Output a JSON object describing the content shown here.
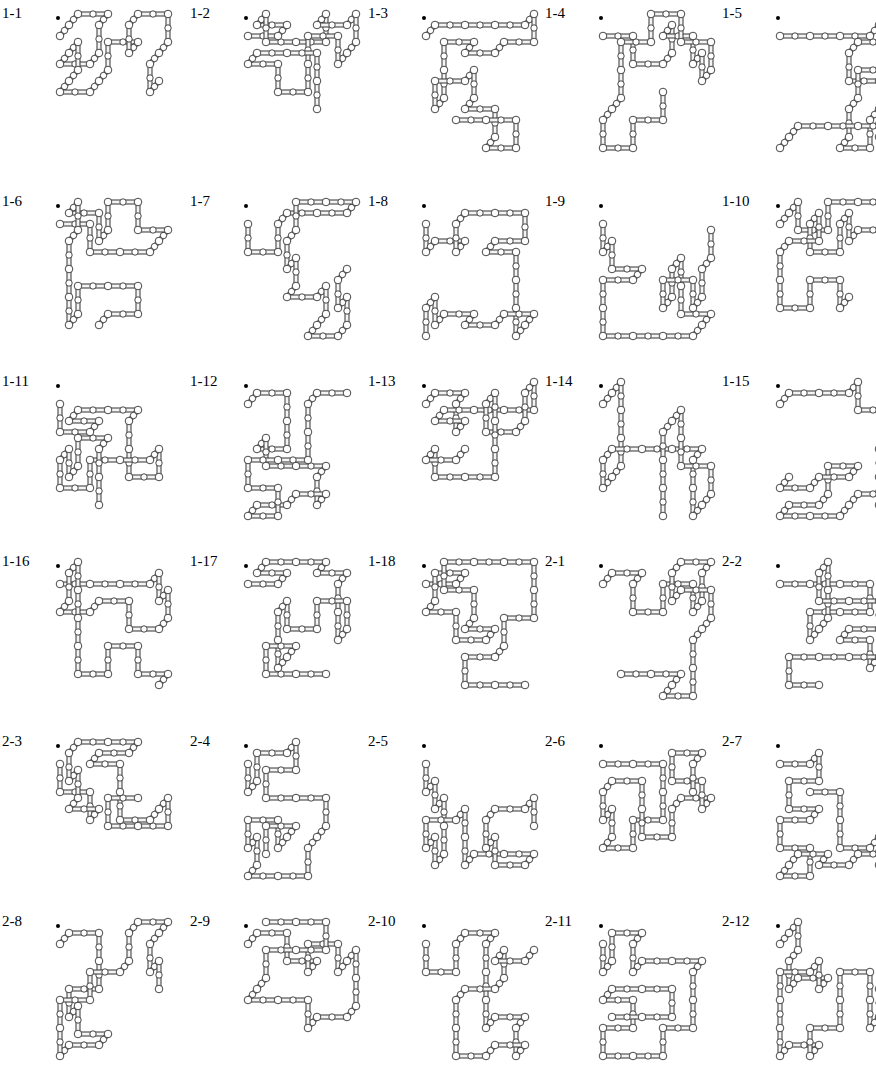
{
  "diagram": {
    "labels": [
      "1-1",
      "1-2",
      "1-3",
      "1-4",
      "1-5",
      "1-6",
      "1-7",
      "1-8",
      "1-9",
      "1-10",
      "1-11",
      "1-12",
      "1-13",
      "1-14",
      "1-15",
      "1-16",
      "1-17",
      "1-18",
      "2-1",
      "2-2",
      "2-3",
      "2-4",
      "2-5",
      "2-6",
      "2-7",
      "2-8",
      "2-9",
      "2-10",
      "2-11",
      "2-12"
    ]
  }
}
